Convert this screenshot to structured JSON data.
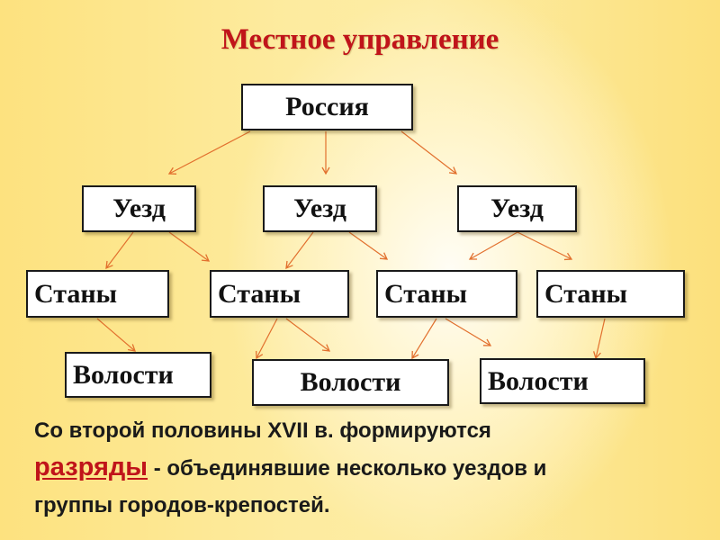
{
  "title": "Местное управление",
  "root": "Россия",
  "level1": [
    "Уезд",
    "Уезд",
    "Уезд"
  ],
  "level2": [
    "Станы",
    "Станы",
    "Станы",
    "Станы"
  ],
  "level3": [
    "Волости",
    "Волости",
    "Волости"
  ],
  "note": {
    "line1": "Со второй половины XVII в. формируются",
    "accent": "разряды",
    "line2_rest": " - объединявшие несколько уездов и",
    "line3": "группы городов-крепостей."
  },
  "colors": {
    "title": "#c0141a",
    "arrow": "#e2702e",
    "accent": "#c0141a"
  }
}
